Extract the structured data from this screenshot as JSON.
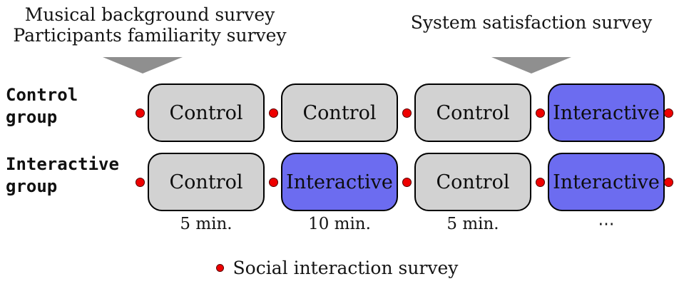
{
  "figure": {
    "annotations": {
      "pre_study": {
        "line1": "Musical background survey",
        "line2": "Participants familiarity survey"
      },
      "post_study": {
        "line1": "System satisfaction survey"
      }
    },
    "groups": [
      {
        "label_line1": "Control",
        "label_line2": "group",
        "phases": [
          {
            "label": "Control",
            "type": "control"
          },
          {
            "label": "Control",
            "type": "control"
          },
          {
            "label": "Control",
            "type": "control"
          },
          {
            "label": "Interactive",
            "type": "interactive"
          }
        ]
      },
      {
        "label_line1": "Interactive",
        "label_line2": "group",
        "phases": [
          {
            "label": "Control",
            "type": "control"
          },
          {
            "label": "Interactive",
            "type": "interactive"
          },
          {
            "label": "Control",
            "type": "control"
          },
          {
            "label": "Interactive",
            "type": "interactive"
          }
        ]
      }
    ],
    "durations": [
      "5 min.",
      "10 min.",
      "5 min.",
      "⋯"
    ],
    "legend": {
      "label": "Social interaction survey"
    },
    "colors": {
      "control_fill": "#d2d2d2",
      "interactive_fill": "#6c6cf0",
      "box_border": "#000000",
      "dot_fill": "#ee0000",
      "dot_border": "#5a0000",
      "arrow": "#8f8f8f"
    }
  }
}
